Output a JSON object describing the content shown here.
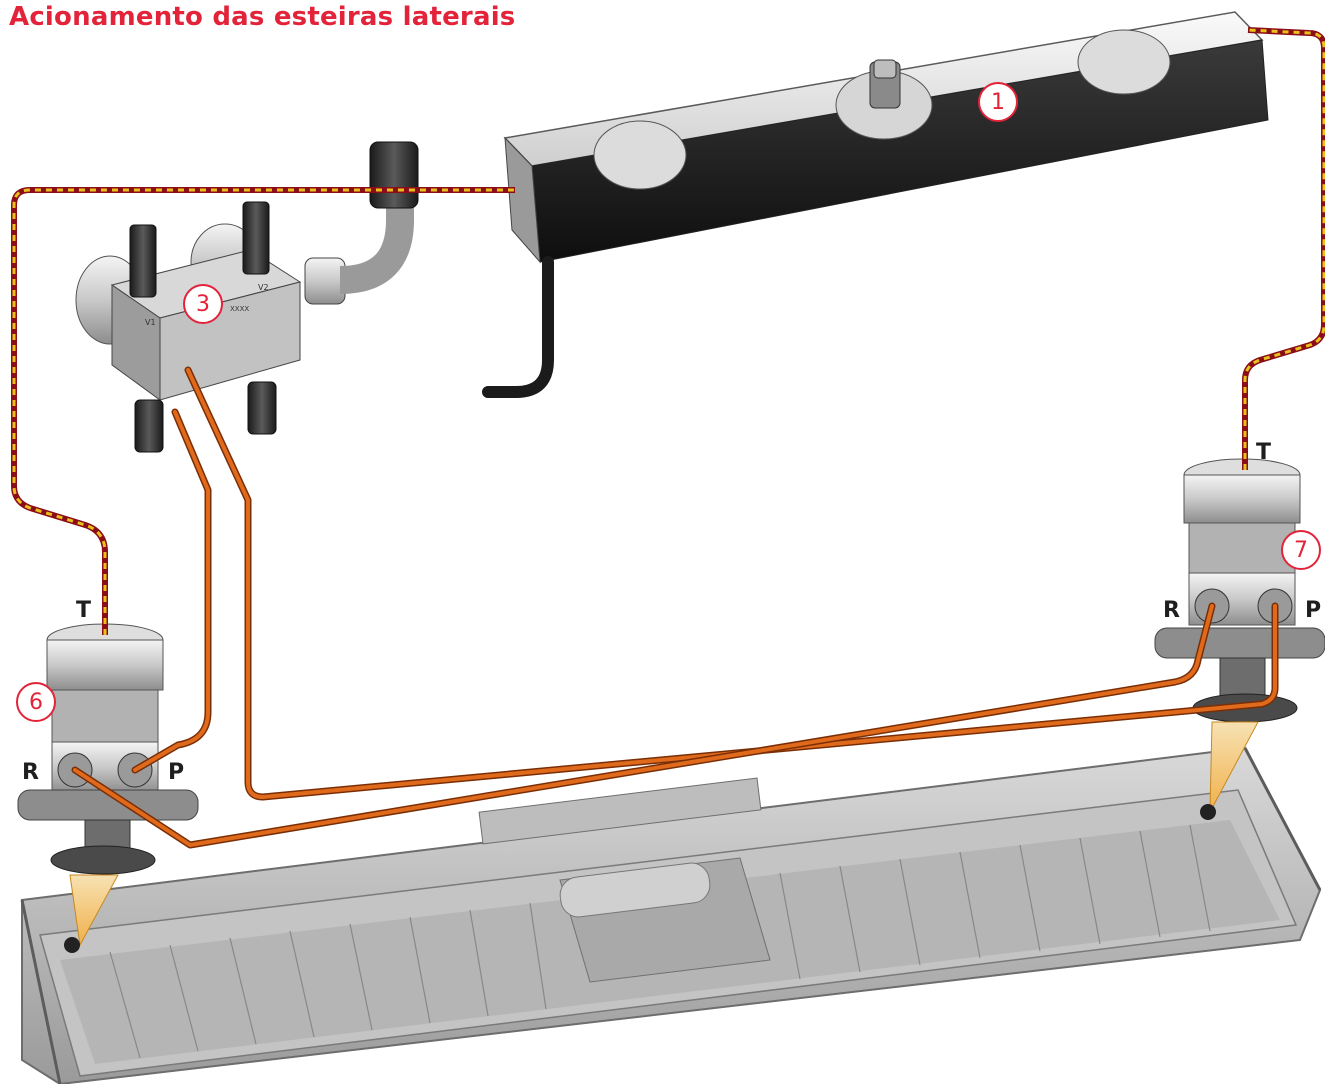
{
  "title": "Acionamento das esteiras laterais",
  "colors": {
    "accent": "#e2233a",
    "return_line_dash": "#e8c21a",
    "pressure_line": "#e06a1c"
  },
  "callouts": {
    "reservoir": "1",
    "valve_block": "3",
    "left_motor": "6",
    "right_motor": "7"
  },
  "port_labels": {
    "left_tank": "T",
    "left_return": "R",
    "left_pressure": "P",
    "right_tank": "T",
    "right_return": "R",
    "right_pressure": "P"
  },
  "valve_engravings": {
    "v1": "V1",
    "v2": "V2",
    "code": "XXXX"
  }
}
